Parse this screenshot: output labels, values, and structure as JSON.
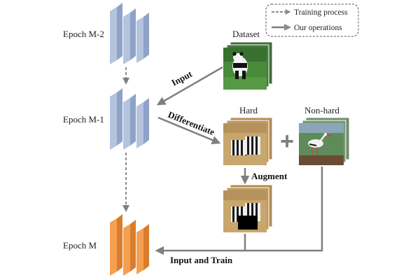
{
  "legend": {
    "training_process": "Training process",
    "our_operations": "Our operations"
  },
  "epochs": {
    "m2": "Epoch M-2",
    "m1": "Epoch M-1",
    "m": "Epoch M"
  },
  "groups": {
    "dataset": "Dataset",
    "hard": "Hard",
    "non_hard": "Non-hard"
  },
  "operations": {
    "input": "Input",
    "differentiate": "Differentiate",
    "augment": "Augment",
    "plus": "+",
    "input_and_train": "Input and Train"
  },
  "colors": {
    "model_blue_face": "#b4c3de",
    "model_blue_side": "#8ea3c7",
    "model_orange_face": "#f5a050",
    "model_orange_side": "#d97d2c",
    "arrow_gray": "#7f7f7f",
    "dashed_gray": "#8c8c8c"
  }
}
